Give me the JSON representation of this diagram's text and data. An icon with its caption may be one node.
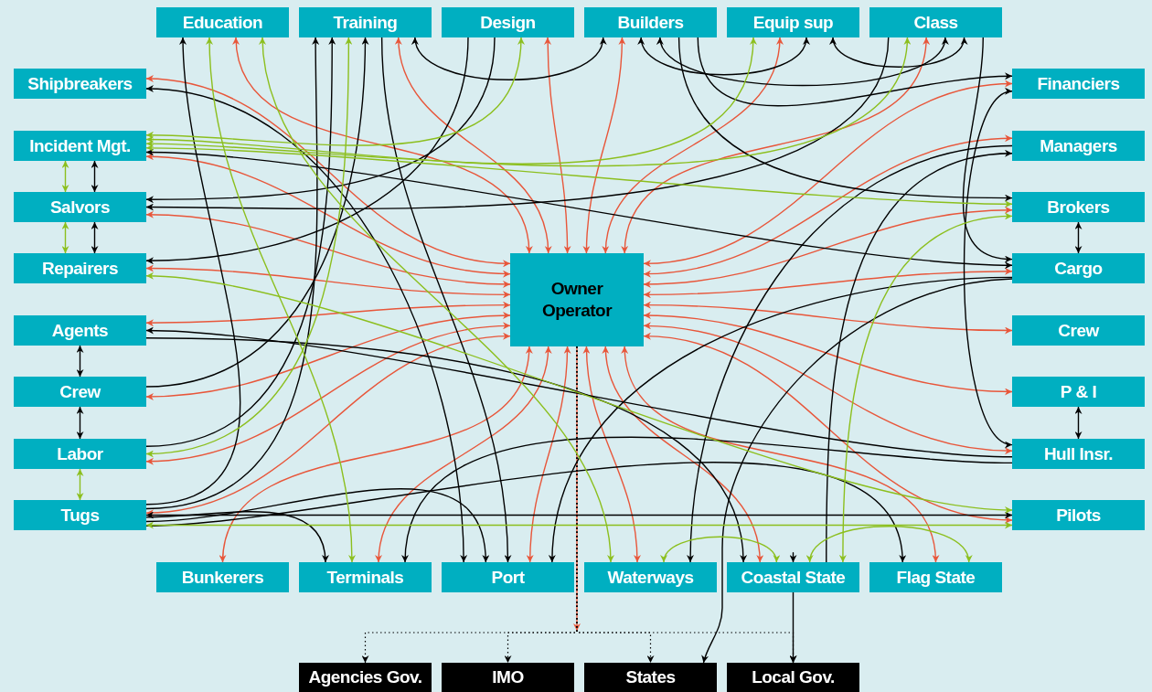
{
  "diagram": {
    "nodes": [
      {
        "text": [
          "Education"
        ]
      },
      {
        "text": [
          "Training"
        ]
      },
      {
        "text": [
          "Design"
        ]
      },
      {
        "text": [
          "Builders"
        ]
      },
      {
        "text": [
          "Equip sup"
        ]
      },
      {
        "text": [
          "Class"
        ]
      },
      {
        "text": [
          "Shipbreakers"
        ]
      },
      {
        "text": [
          "Incident Mgt."
        ]
      },
      {
        "text": [
          "Salvors"
        ]
      },
      {
        "text": [
          "Repairers"
        ]
      },
      {
        "text": [
          "Agents"
        ]
      },
      {
        "text": [
          "Crew"
        ]
      },
      {
        "text": [
          "Labor"
        ]
      },
      {
        "text": [
          "Tugs"
        ]
      },
      {
        "text": [
          "Financiers"
        ]
      },
      {
        "text": [
          "Managers"
        ]
      },
      {
        "text": [
          "Brokers"
        ]
      },
      {
        "text": [
          "Cargo"
        ]
      },
      {
        "text": [
          "Crew"
        ]
      },
      {
        "text": [
          "P & I"
        ]
      },
      {
        "text": [
          "Hull Insr."
        ]
      },
      {
        "text": [
          "Pilots"
        ]
      },
      {
        "text": [
          "Owner Operator"
        ]
      },
      {
        "text": [
          "Bunkerers"
        ]
      },
      {
        "text": [
          "Terminals"
        ]
      },
      {
        "text": [
          "Port"
        ]
      },
      {
        "text": [
          "Waterways"
        ]
      },
      {
        "text": [
          "Coastal State"
        ]
      },
      {
        "text": [
          "Flag State"
        ]
      },
      {
        "text": [
          "Agencies Gov."
        ]
      },
      {
        "text": [
          "IMO"
        ]
      },
      {
        "text": [
          "States"
        ]
      },
      {
        "text": [
          "Local Gov."
        ]
      }
    ],
    "edges": [
      {
        "from": 22,
        "to": 0,
        "arrow": "both",
        "color": "#e8563a"
      },
      {
        "from": 22,
        "to": 1,
        "arrow": "both",
        "color": "#e8563a"
      },
      {
        "from": 22,
        "to": 2,
        "arrow": "both",
        "color": "#e8563a"
      },
      {
        "from": 22,
        "to": 3,
        "arrow": "both",
        "color": "#e8563a"
      },
      {
        "from": 22,
        "to": 4,
        "arrow": "both",
        "color": "#e8563a"
      },
      {
        "from": 22,
        "to": 5,
        "arrow": "both",
        "color": "#e8563a"
      },
      {
        "from": 22,
        "to": 6,
        "arrow": "both",
        "color": "#e8563a"
      },
      {
        "from": 22,
        "to": 7,
        "arrow": "both",
        "color": "#e8563a"
      },
      {
        "from": 22,
        "to": 8,
        "arrow": "both",
        "color": "#e8563a"
      },
      {
        "from": 22,
        "to": 9,
        "arrow": "both",
        "color": "#e8563a"
      },
      {
        "from": 22,
        "to": 10,
        "arrow": "both",
        "color": "#e8563a"
      },
      {
        "from": 22,
        "to": 11,
        "arrow": "both",
        "color": "#e8563a"
      },
      {
        "from": 22,
        "to": 12,
        "arrow": "both",
        "color": "#e8563a"
      },
      {
        "from": 22,
        "to": 13,
        "arrow": "both",
        "color": "#e8563a"
      },
      {
        "from": 22,
        "to": 14,
        "arrow": "both",
        "color": "#e8563a"
      },
      {
        "from": 22,
        "to": 15,
        "arrow": "both",
        "color": "#e8563a"
      },
      {
        "from": 22,
        "to": 16,
        "arrow": "both",
        "color": "#e8563a"
      },
      {
        "from": 22,
        "to": 17,
        "arrow": "both",
        "color": "#e8563a"
      },
      {
        "from": 22,
        "to": 18,
        "arrow": "both",
        "color": "#e8563a"
      },
      {
        "from": 22,
        "to": 19,
        "arrow": "both",
        "color": "#e8563a"
      },
      {
        "from": 22,
        "to": 20,
        "arrow": "both",
        "color": "#e8563a"
      },
      {
        "from": 22,
        "to": 21,
        "arrow": "both",
        "color": "#e8563a"
      },
      {
        "from": 22,
        "to": 23,
        "arrow": "both",
        "color": "#e8563a"
      },
      {
        "from": 22,
        "to": 24,
        "arrow": "both",
        "color": "#e8563a"
      },
      {
        "from": 22,
        "to": 25,
        "arrow": "both",
        "color": "#e8563a"
      },
      {
        "from": 22,
        "to": 26,
        "arrow": "both",
        "color": "#e8563a"
      },
      {
        "from": 22,
        "to": 27,
        "arrow": "both",
        "color": "#e8563a"
      },
      {
        "from": 22,
        "to": 28,
        "arrow": "both",
        "color": "#e8563a"
      },
      {
        "from": 22,
        "to": null,
        "arrow": "to",
        "color": "#e8563a"
      },
      {
        "from": 22,
        "to": 29,
        "arrow": "to",
        "style": "dashed"
      },
      {
        "from": 22,
        "to": 30,
        "arrow": "to",
        "style": "dashed"
      },
      {
        "from": 22,
        "to": 31,
        "arrow": "to",
        "style": "dashed"
      },
      {
        "from": 22,
        "to": 32,
        "arrow": "to",
        "style": "dashed"
      },
      {
        "from": 27,
        "to": 32,
        "arrow": "both"
      },
      {
        "from": 7,
        "to": 8,
        "arrow": "both",
        "color": "#8cbf1e"
      },
      {
        "from": 7,
        "to": 8,
        "arrow": "both"
      },
      {
        "from": 8,
        "to": 9,
        "arrow": "both",
        "color": "#8cbf1e"
      },
      {
        "from": 8,
        "to": 9,
        "arrow": "both"
      },
      {
        "from": 10,
        "to": 11,
        "arrow": "both"
      },
      {
        "from": 11,
        "to": 12,
        "arrow": "both"
      },
      {
        "from": 12,
        "to": 13,
        "arrow": "both",
        "color": "#8cbf1e"
      },
      {
        "from": 16,
        "to": 17,
        "arrow": "both"
      },
      {
        "from": 19,
        "to": 20,
        "arrow": "both"
      },
      {
        "from": 13,
        "to": 0,
        "arrow": "to"
      },
      {
        "from": 13,
        "to": 1,
        "arrow": "to"
      },
      {
        "from": 11,
        "to": 1,
        "arrow": "to"
      },
      {
        "from": 12,
        "to": 1,
        "arrow": "to"
      },
      {
        "from": 2,
        "to": 9,
        "arrow": "to"
      },
      {
        "from": 2,
        "to": 8,
        "arrow": "to"
      },
      {
        "from": 1,
        "to": 25,
        "arrow": "to"
      },
      {
        "from": 1,
        "to": 3,
        "arrow": "both"
      },
      {
        "from": 3,
        "to": 4,
        "arrow": "both"
      },
      {
        "from": 4,
        "to": 5,
        "arrow": "both"
      },
      {
        "from": 3,
        "to": 5,
        "arrow": "both"
      },
      {
        "from": 3,
        "to": 14,
        "arrow": "to"
      },
      {
        "from": 3,
        "to": 16,
        "arrow": "to"
      },
      {
        "from": 5,
        "to": 17,
        "arrow": "to"
      },
      {
        "from": 5,
        "to": 8,
        "arrow": "to"
      },
      {
        "from": 17,
        "to": 7,
        "arrow": "both"
      },
      {
        "from": 20,
        "to": 10,
        "arrow": "to"
      },
      {
        "from": 13,
        "to": 21,
        "arrow": "both"
      },
      {
        "from": 13,
        "to": 24,
        "arrow": "to"
      },
      {
        "from": 13,
        "to": 25,
        "arrow": "to"
      },
      {
        "from": 13,
        "to": 28,
        "arrow": "to"
      },
      {
        "from": 10,
        "to": 27,
        "arrow": "to"
      },
      {
        "from": 6,
        "to": 25,
        "arrow": "both"
      },
      {
        "from": 20,
        "to": 24,
        "arrow": "to"
      },
      {
        "from": 17,
        "to": 25,
        "arrow": "to"
      },
      {
        "from": 15,
        "to": 26,
        "arrow": "to"
      },
      {
        "from": 14,
        "to": 20,
        "arrow": "both"
      },
      {
        "from": 17,
        "to": 31,
        "arrow": "to"
      },
      {
        "from": 27,
        "to": 15,
        "arrow": "to"
      },
      {
        "from": 13,
        "to": 21,
        "arrow": "both",
        "color": "#8cbf1e"
      },
      {
        "from": 7,
        "to": 2,
        "arrow": "both",
        "color": "#8cbf1e"
      },
      {
        "from": 7,
        "to": 4,
        "arrow": "both",
        "color": "#8cbf1e"
      },
      {
        "from": 7,
        "to": 5,
        "arrow": "both",
        "color": "#8cbf1e"
      },
      {
        "from": 0,
        "to": 24,
        "arrow": "both",
        "color": "#8cbf1e"
      },
      {
        "from": 1,
        "to": 12,
        "arrow": "both",
        "color": "#8cbf1e"
      },
      {
        "from": 9,
        "to": 21,
        "arrow": "both",
        "color": "#8cbf1e"
      },
      {
        "from": 7,
        "to": 16,
        "arrow": "both",
        "color": "#8cbf1e"
      },
      {
        "from": 16,
        "to": 27,
        "arrow": "both",
        "color": "#8cbf1e"
      },
      {
        "from": 26,
        "to": 27,
        "arrow": "both",
        "color": "#8cbf1e"
      },
      {
        "from": 27,
        "to": 28,
        "arrow": "both",
        "color": "#8cbf1e"
      },
      {
        "from": 0,
        "to": 26,
        "arrow": "both",
        "color": "#8cbf1e"
      }
    ]
  }
}
